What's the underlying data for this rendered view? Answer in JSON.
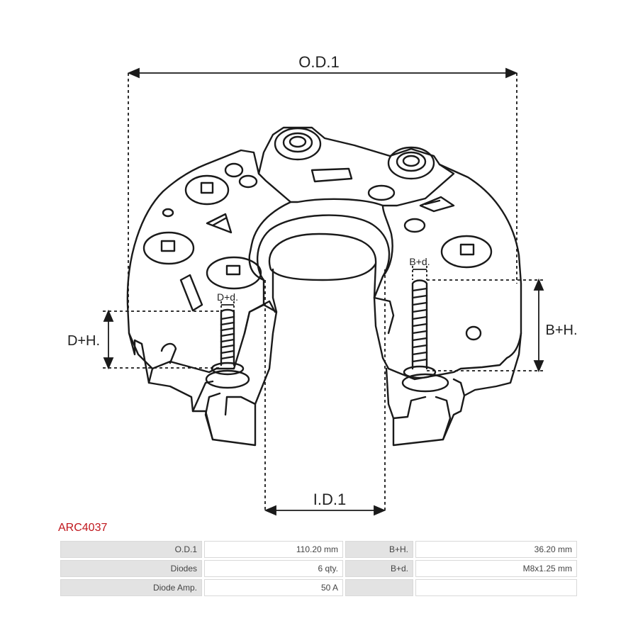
{
  "diagram": {
    "labels": {
      "od1": "O.D.1",
      "id1": "I.D.1",
      "dh": "D+H.",
      "dd": "D+d.",
      "bh": "B+H.",
      "bd": "B+d."
    }
  },
  "part_code": "ARC4037",
  "specs": [
    {
      "k1": "O.D.1",
      "v1": "110.20 mm",
      "k2": "B+H.",
      "v2": "36.20 mm"
    },
    {
      "k1": "Diodes",
      "v1": "6 qty.",
      "k2": "B+d.",
      "v2": "M8x1.25 mm"
    },
    {
      "k1": "Diode Amp.",
      "v1": "50 A",
      "k2": "",
      "v2": ""
    }
  ],
  "colors": {
    "accent": "#c0161c",
    "line": "#1a1a1a"
  }
}
